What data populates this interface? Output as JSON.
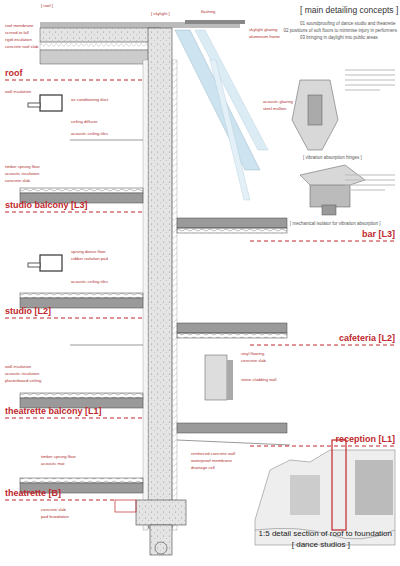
{
  "diagram": {
    "title": "[ main detailing concepts ]",
    "caption": "1:5 detail section of roof to foundation",
    "labels": [
      "[ dance studios ]",
      "[ roof ]",
      "[ skylight ]",
      "roof membrane",
      "screed to fall",
      "rigid insulation",
      "concrete roof slab",
      "flashing",
      "skylight glazing",
      "aluminium frame",
      "roof",
      "wall insulation",
      "air conditioning duct",
      "ceiling diffuser",
      "acoustic ceiling tiles",
      "acoustic glazing",
      "steel mullion",
      "timber sprung floor",
      "acoustic insulation",
      "concrete slab",
      "studio balcony [L3]",
      "bar [L3]",
      "sprung dance floor",
      "rubber isolation pad",
      "acoustic ceiling tiles",
      "studio [L2]",
      "cafeteria [L2]",
      "vinyl flooring",
      "concrete slab",
      "stone cladding wall",
      "wall insulation",
      "acoustic insulation",
      "plasterboard ceiling",
      "theatrette balcony [L1]",
      "reception [L1]",
      "reinforced concrete wall",
      "waterproof membrane",
      "drainage cell",
      "timber sprung floor",
      "acoustic mat",
      "concrete slab",
      "pad foundation",
      "theatrette [B]",
      "01 soundproofing of dance studio and theatrette",
      "02 positions of soft floors to minimise injury in performers",
      "03 bringing in daylight into public areas",
      "[ vibration absorption hinges ]",
      "[ mechanical isolator for vibration absorption ]"
    ]
  }
}
